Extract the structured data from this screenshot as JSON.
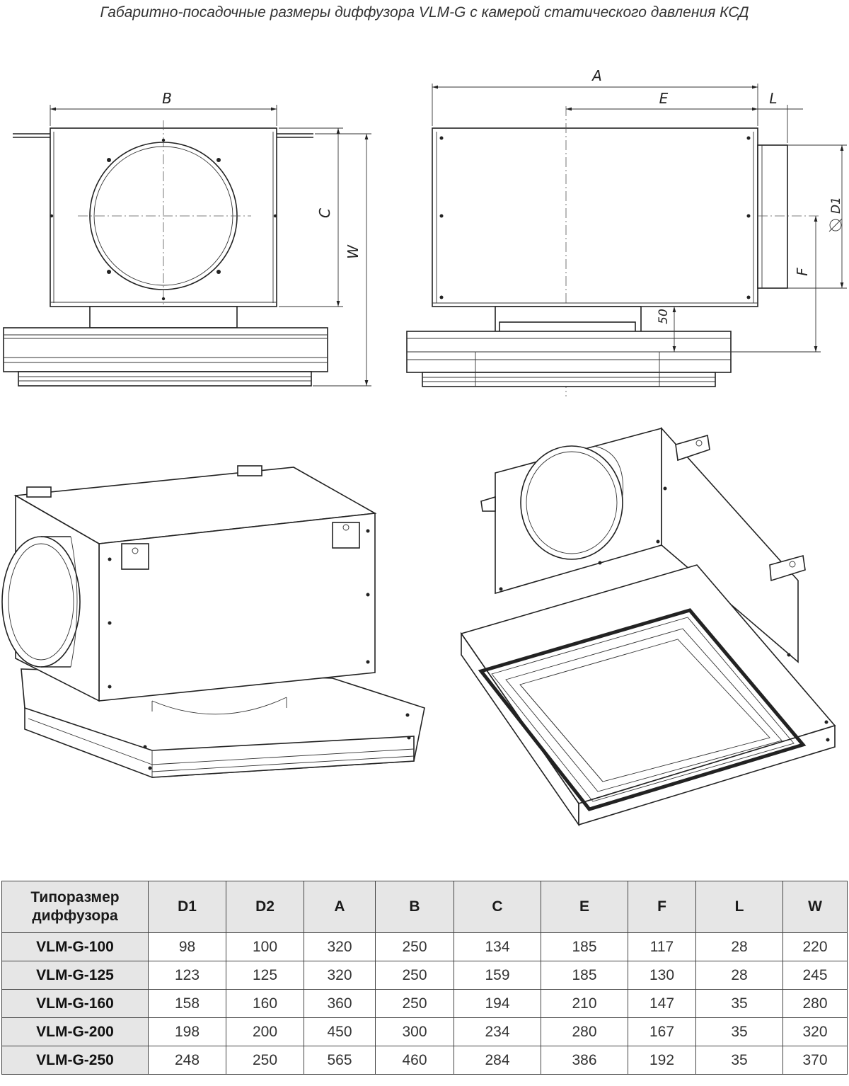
{
  "title": "Габаритно-посадочные размеры диффузора VLM-G с камерой статического давления КСД",
  "dimension_labels": {
    "B": "B",
    "C": "C",
    "W": "W",
    "A": "A",
    "E": "E",
    "L": "L",
    "D1": "D1",
    "F": "F",
    "fifty": "50"
  },
  "table": {
    "headers": [
      "Типоразмер диффузора",
      "D1",
      "D2",
      "A",
      "B",
      "C",
      "E",
      "F",
      "L",
      "W"
    ],
    "rows": [
      [
        "VLM-G-100",
        "98",
        "100",
        "320",
        "250",
        "134",
        "185",
        "117",
        "28",
        "220"
      ],
      [
        "VLM-G-125",
        "123",
        "125",
        "320",
        "250",
        "159",
        "185",
        "130",
        "28",
        "245"
      ],
      [
        "VLM-G-160",
        "158",
        "160",
        "360",
        "250",
        "194",
        "210",
        "147",
        "35",
        "280"
      ],
      [
        "VLM-G-200",
        "198",
        "200",
        "450",
        "300",
        "234",
        "280",
        "167",
        "35",
        "320"
      ],
      [
        "VLM-G-250",
        "248",
        "250",
        "565",
        "460",
        "284",
        "386",
        "192",
        "35",
        "370"
      ]
    ]
  }
}
